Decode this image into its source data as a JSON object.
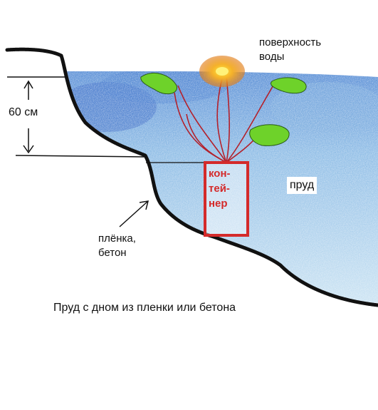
{
  "labels": {
    "surface_line1": "поверхность",
    "surface_line2": "воды",
    "depth": "60 см",
    "pond": "пруд",
    "liner_line1": "плёнка,",
    "liner_line2": "бетон",
    "caption": "Пруд с дном из пленки или бетона"
  },
  "container": {
    "line1": "кон-",
    "line2": "тей-",
    "line3": "нер"
  },
  "colors": {
    "water_deep": "#3f7fd0",
    "water_light": "#a9d4ec",
    "leaf": "#6ed22a",
    "flower": "#f2a020",
    "stem": "#b4202a",
    "container": "#d42a2a",
    "ground_line": "#111111"
  }
}
